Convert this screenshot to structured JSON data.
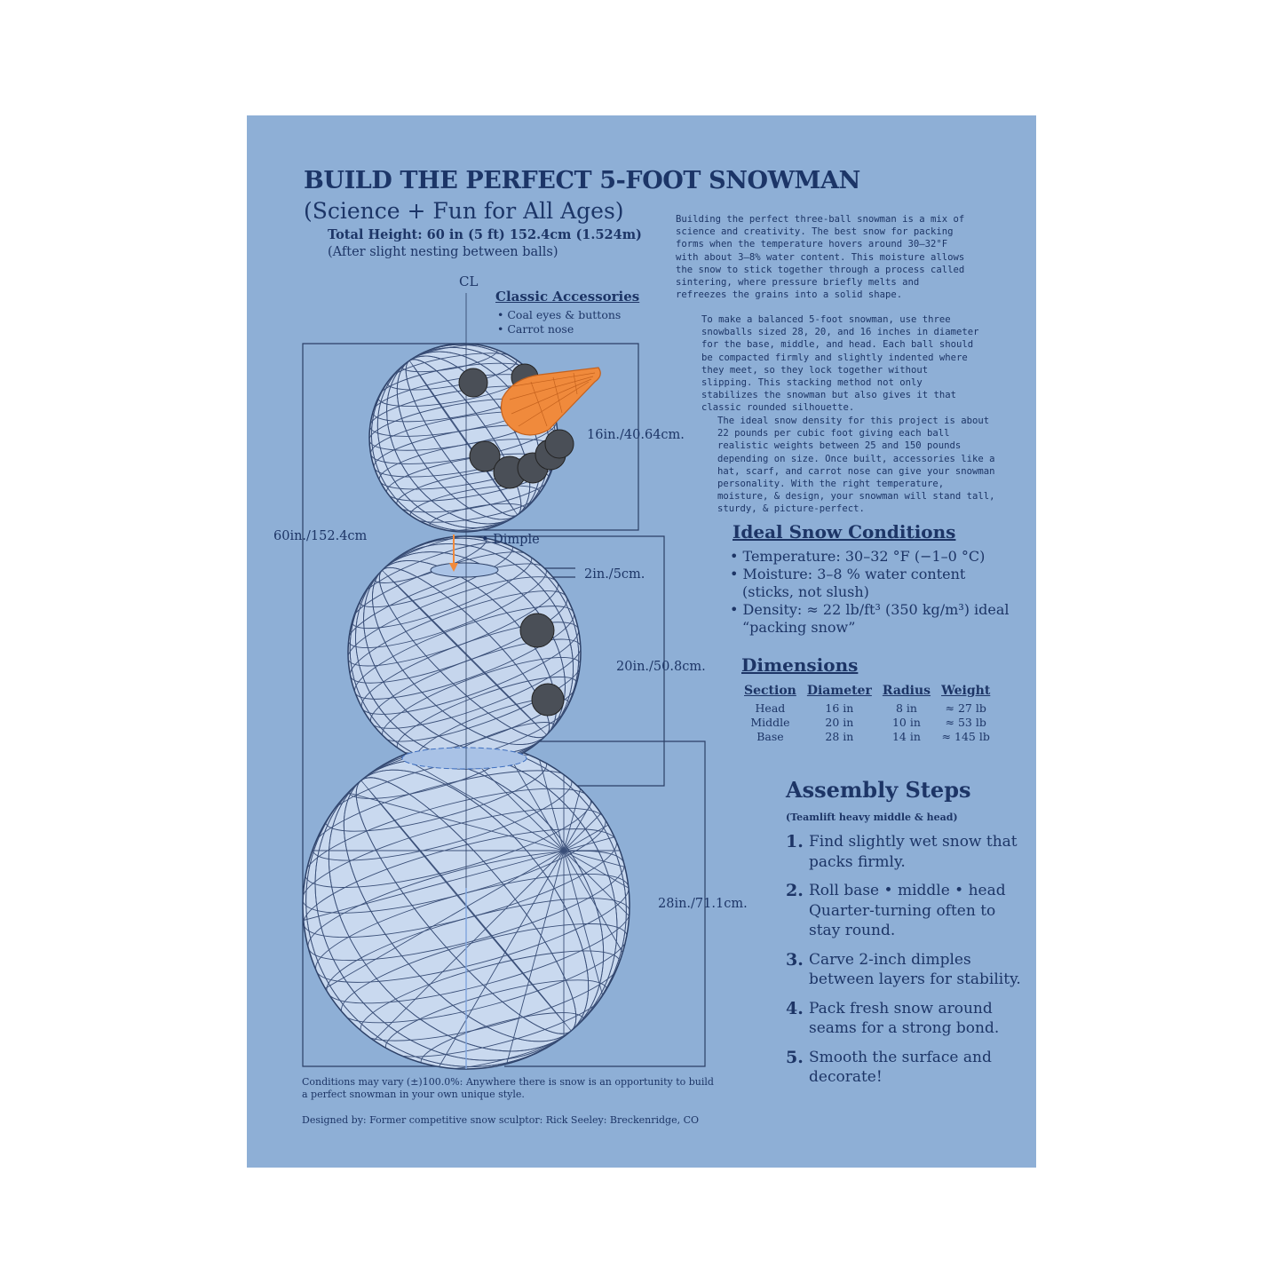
{
  "title": "BUILD THE PERFECT 5-FOOT SNOWMAN",
  "subtitle": "(Science + Fun for All Ages)",
  "total_height": "Total Height: 60 in (5 ft) 152.4cm (1.524m)",
  "nesting_note": "(After slight nesting between balls)",
  "intro_paragraphs": [
    "Building the perfect three-ball snowman is a mix of science and creativity. The best snow for packing forms when the temperature hovers around 30–32°F with about 3–8% water content. This moisture allows the snow to stick together through a process called sintering, where pressure briefly melts and refreezes the grains into a solid shape.",
    "To make a balanced 5-foot snowman, use three snowballs sized 28, 20, and 16 inches in diameter for the base, middle, and head. Each ball should be compacted firmly and slightly indented where they meet, so they lock together without slipping. This stacking method not only stabilizes the snowman but also gives it that classic rounded silhouette.",
    "The ideal snow density for this project is about 22 pounds per cubic foot giving each ball realistic weights between 25 and 150 pounds depending on size. Once built, accessories like a hat, scarf, and carrot nose can give your snowman personality. With the right temperature, moisture, & design, your snowman will stand tall, sturdy, & picture-perfect."
  ],
  "diagram": {
    "centerline": "CL",
    "accessories_title": "Classic Accessories",
    "accessories": [
      "Coal eyes & buttons",
      "Carrot nose"
    ],
    "head_label": "16in./40.64cm.",
    "total_label": "60in./152.4cm",
    "dimple_label": "• Dimple",
    "dimple_depth_label": "2in./5cm.",
    "middle_label": "20in./50.8cm.",
    "base_label": "28in./71.1cm.",
    "colors": {
      "carrot": "#f08a3c",
      "coal": "#4a4f57",
      "sphere": "#c9d9ef",
      "line": "#2b3f66"
    }
  },
  "conditions": {
    "title": "Ideal Snow Conditions",
    "items": [
      "Temperature: 30–32 °F (−1–0 °C)",
      "Moisture: 3–8 % water content (sticks, not slush)",
      "Density: ≈ 22 lb/ft³ (350 kg/m³) ideal “packing snow”"
    ]
  },
  "dimensions": {
    "title": "Dimensions",
    "headers": [
      "Section",
      "Diameter",
      "Radius",
      "Weight"
    ],
    "rows": [
      [
        "Head",
        "16 in",
        "8 in",
        "≈ 27 lb"
      ],
      [
        "Middle",
        "20 in",
        "10 in",
        "≈ 53 lb"
      ],
      [
        "Base",
        "28 in",
        "14 in",
        "≈ 145 lb"
      ]
    ]
  },
  "assembly": {
    "title": "Assembly Steps",
    "subtitle": "(Teamlift heavy middle & head)",
    "steps": [
      {
        "num": "1.",
        "text": "Find slightly wet snow that packs firmly."
      },
      {
        "num": "2.",
        "text": "Roll base • middle • head Quarter-turning often to stay round."
      },
      {
        "num": "3.",
        "text": "Carve 2-inch dimples between layers for stability."
      },
      {
        "num": "4.",
        "text": "Pack fresh snow around seams for a strong bond."
      },
      {
        "num": "5.",
        "text": "Smooth the surface and decorate!"
      }
    ]
  },
  "footer": {
    "disclaimer": "Conditions may vary (±)100.0%: Anywhere there is snow is an opportunity to build a perfect snowman in your own unique style.",
    "credit": "Designed by: Former competitive snow sculptor: Rick Seeley: Breckenridge, CO"
  }
}
